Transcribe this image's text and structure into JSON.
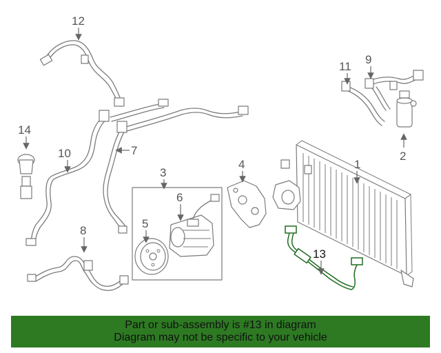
{
  "callouts": {
    "c1": "1",
    "c2": "2",
    "c3": "3",
    "c4": "4",
    "c5": "5",
    "c6": "6",
    "c7": "7",
    "c8": "8",
    "c9": "9",
    "c10": "10",
    "c11": "11",
    "c12": "12",
    "c13": "13",
    "c14": "14"
  },
  "banner": {
    "line1": "Part or sub-assembly is #13 in diagram",
    "line2": "Diagram may not be specific to your vehicle",
    "background": "#2d7a23"
  },
  "colors": {
    "highlight": "#1f6a1f",
    "linework": "#7a7a7a"
  },
  "highlighted_part": "13"
}
